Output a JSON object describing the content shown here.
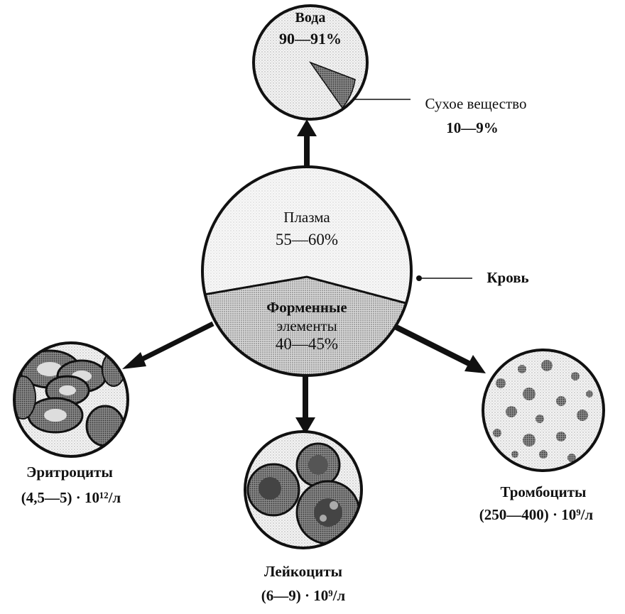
{
  "water": {
    "label": "Вода",
    "value": "90—91%"
  },
  "dry_matter": {
    "label": "Сухое вещество",
    "value": "10—9%"
  },
  "blood": {
    "label": "Кровь",
    "plasma": {
      "label": "Плазма",
      "value": "55—60%"
    },
    "formed_elements": {
      "label_line1": "Форменные",
      "label_line2": "элементы",
      "value": "40—45%"
    }
  },
  "erythrocytes": {
    "label": "Эритроциты",
    "value": "(4,5—5) · 10¹²/л"
  },
  "leukocytes": {
    "label": "Лейкоциты",
    "value": "(6—9) · 10⁹/л"
  },
  "platelets": {
    "label": "Тромбоциты",
    "value": "(250—400) · 10⁹/л"
  },
  "colors": {
    "ink": "#111111",
    "light_fill": "#eeeeee",
    "medium_fill": "#c8c8c8",
    "dark_fill": "#555555"
  }
}
